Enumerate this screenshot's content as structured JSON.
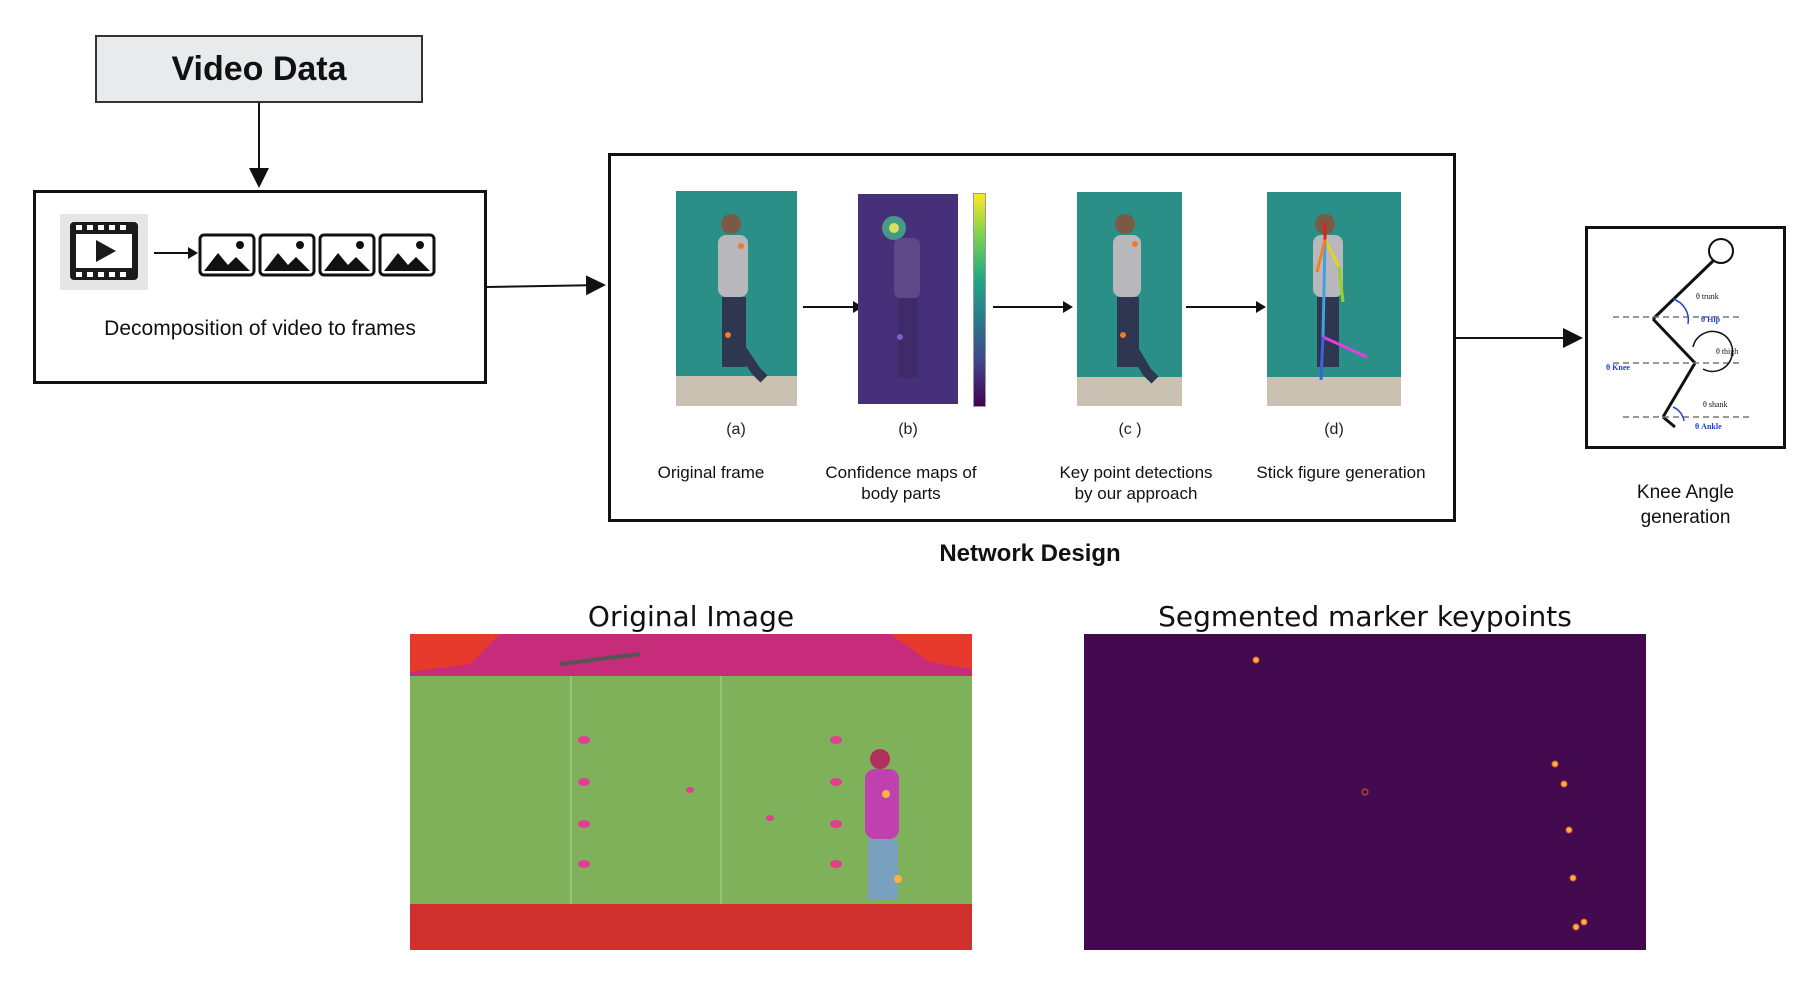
{
  "video_data": {
    "title": "Video Data"
  },
  "decomposition": {
    "caption": "Decomposition of video to frames",
    "icons": [
      "video-icon",
      "image-icon",
      "image-icon",
      "image-icon",
      "image-icon"
    ]
  },
  "network": {
    "title": "Network Design",
    "stages": [
      {
        "letter": "(a)",
        "caption_line1": "Original frame",
        "caption_line2": ""
      },
      {
        "letter": "(b)",
        "caption_line1": "Confidence maps of",
        "caption_line2": "body parts"
      },
      {
        "letter": "(c )",
        "caption_line1": "Key point detections",
        "caption_line2": "by our approach"
      },
      {
        "letter": "(d)",
        "caption_line1": "Stick figure generation",
        "caption_line2": ""
      }
    ]
  },
  "knee": {
    "caption_line1": "Knee Angle",
    "caption_line2": "generation",
    "annotations": {
      "trunk": "θ trunk",
      "hip": "θ Hip",
      "thigh": "θ thigh",
      "knee": "θ Knee",
      "shank": "θ shank",
      "ankle": "θ Ankle"
    }
  },
  "bottom": {
    "left_title": "Original Image",
    "right_title": "Segmented marker keypoints"
  },
  "colors": {
    "curtain": "#2a8f86",
    "segmented_bg": "#440a4f",
    "original_bg": "#7fb05a",
    "floor": "#d0302e",
    "keypoint": "#f5b342"
  }
}
